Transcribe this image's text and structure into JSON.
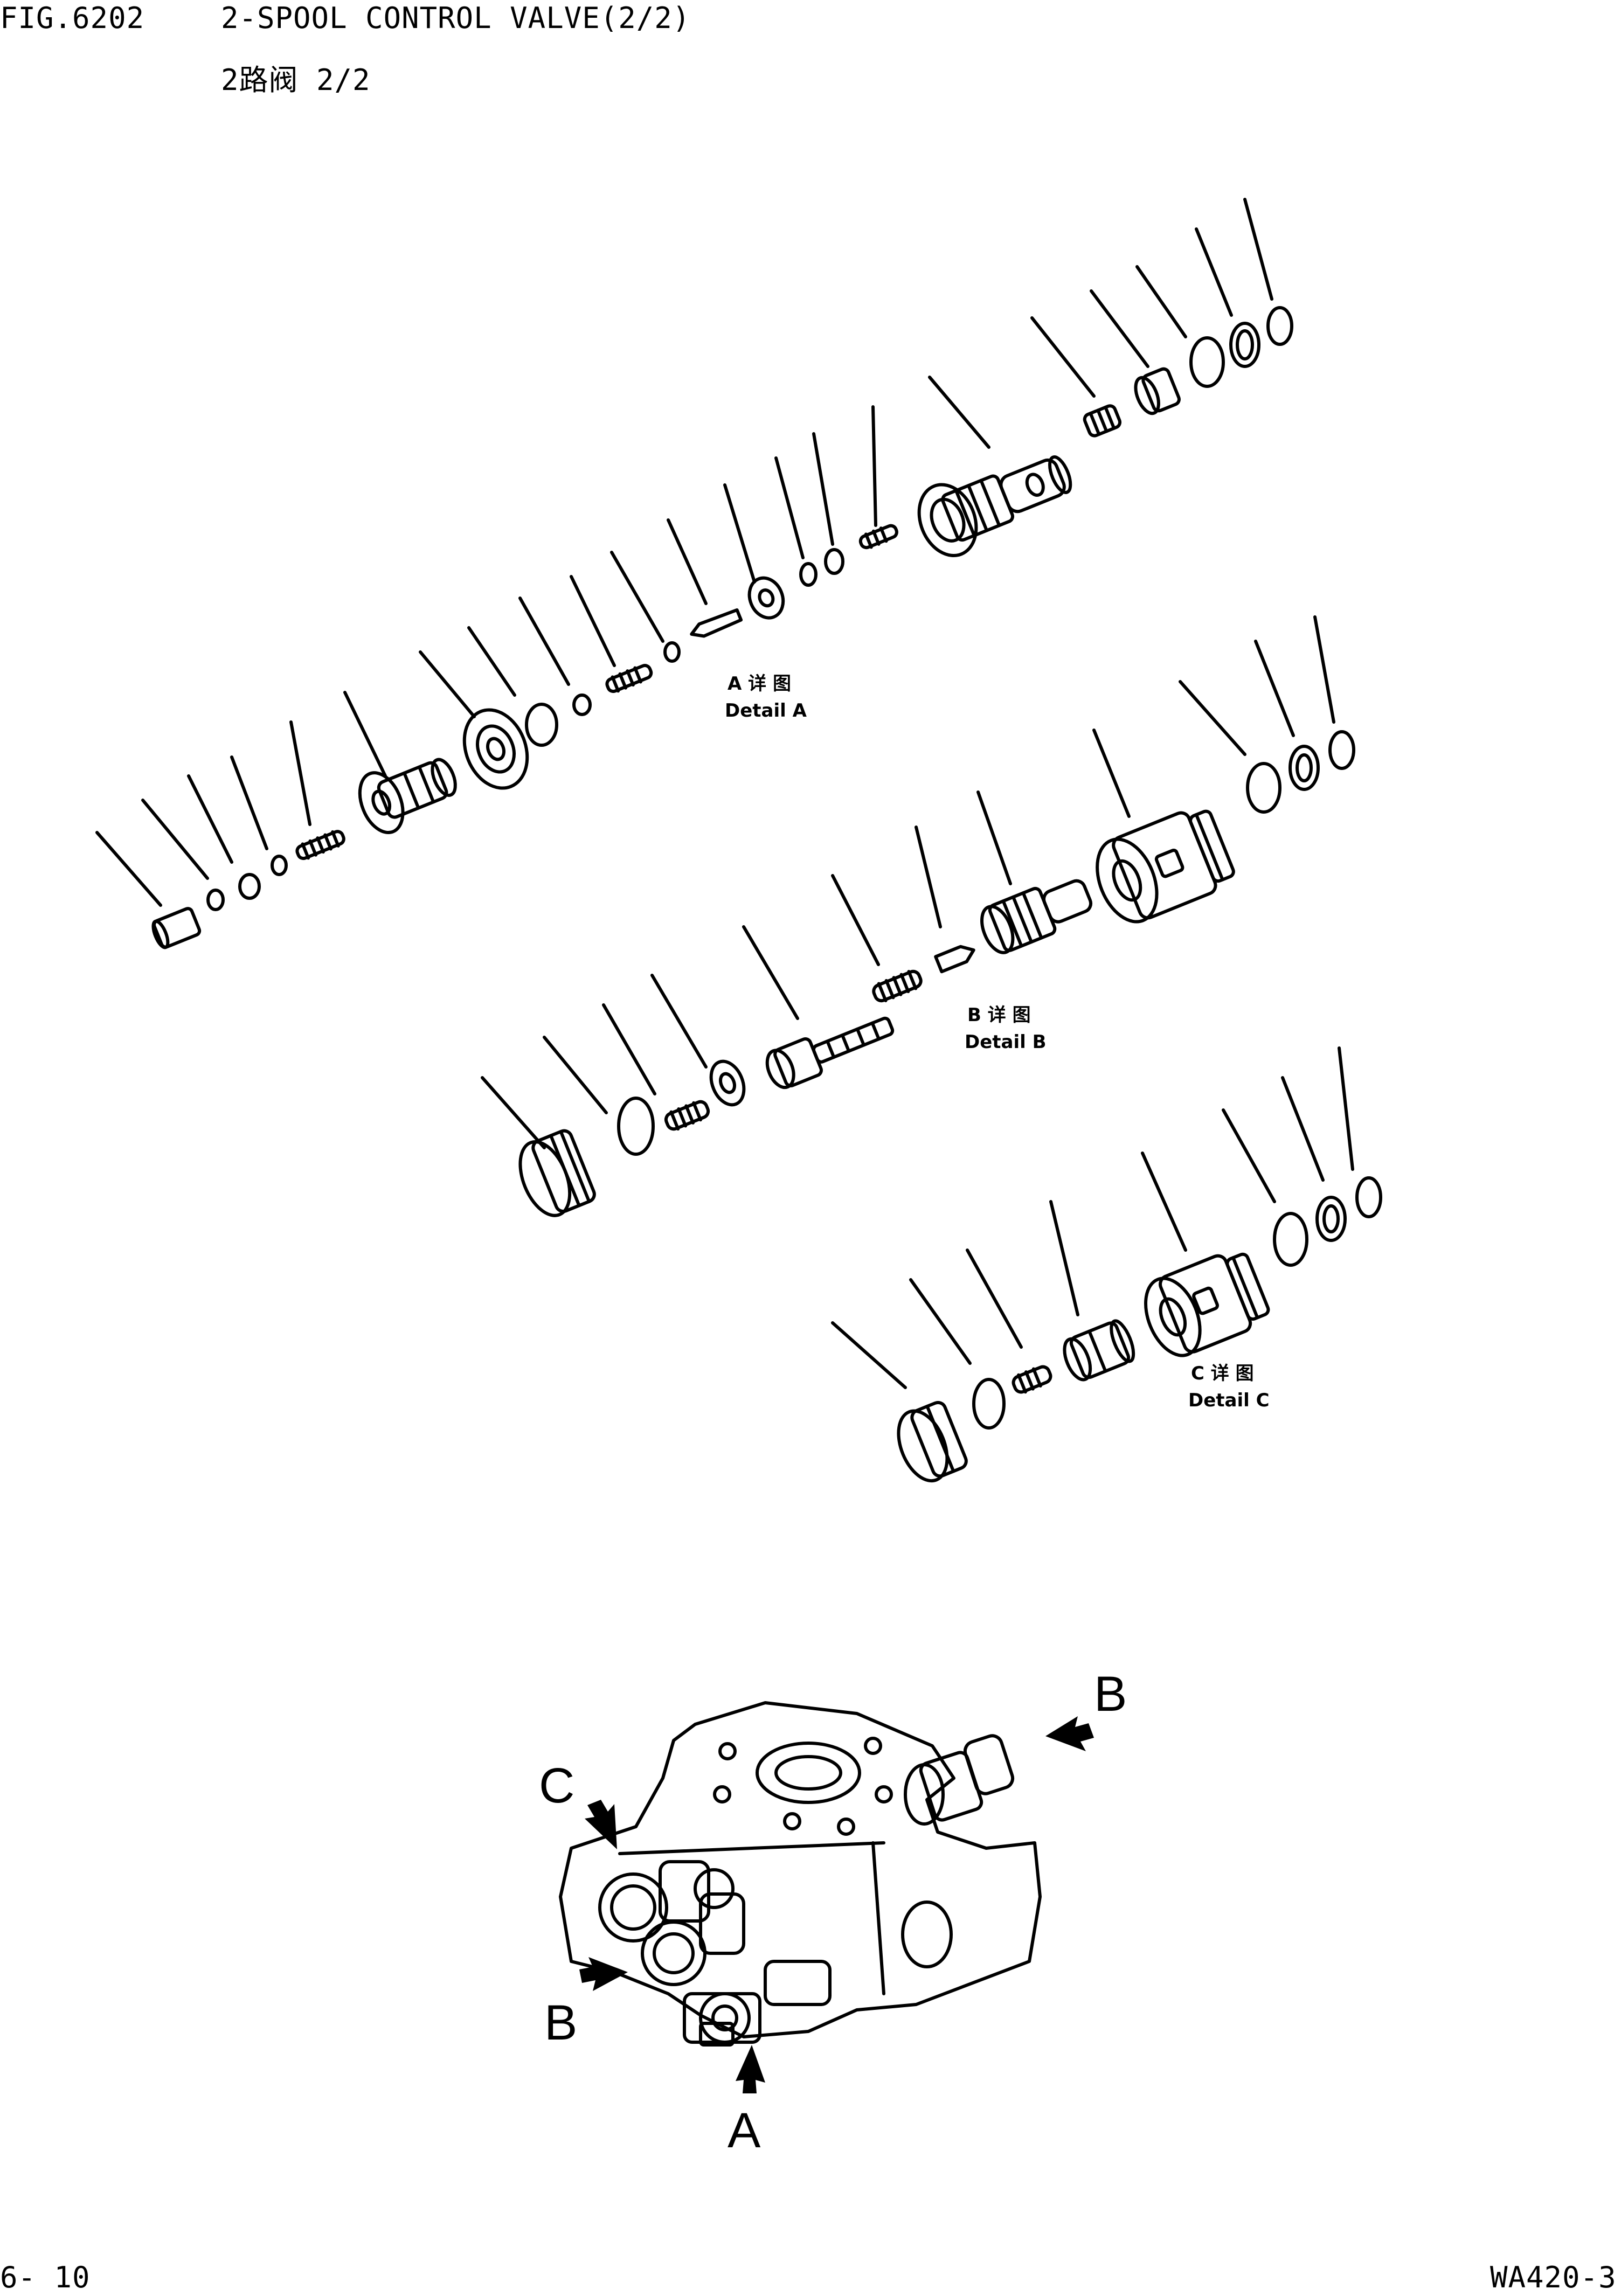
{
  "header": {
    "fig_no": "FIG.6202",
    "title": "2-SPOOL CONTROL VALVE(2/2)",
    "subtitle_cn": "2路阀 2/2"
  },
  "details": {
    "a": {
      "line1": "A 详 图",
      "line2": "Detail A"
    },
    "b": {
      "line1": "B 详 图",
      "line2": "Detail B"
    },
    "c": {
      "line1": "C 详 图",
      "line2": "Detail C"
    }
  },
  "arrows": {
    "a": "A",
    "b1": "B",
    "b2": "B",
    "c": "C"
  },
  "footer": {
    "page": "6- 10",
    "model": "WA420-3"
  }
}
